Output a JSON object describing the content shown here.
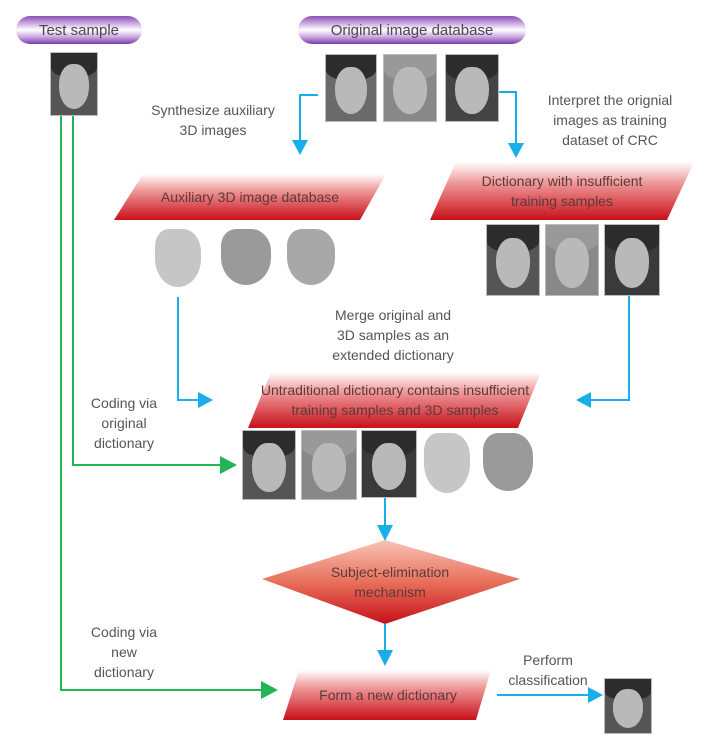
{
  "nodes": {
    "test_sample": "Test sample",
    "original_db": "Original image database",
    "auxiliary_db": "Auxiliary 3D image database",
    "dictionary_insufficient": "Dictionary with insufficient\ntraining samples",
    "untraditional_dictionary": "Untraditional dictionary contains insufficient\ntraining samples and 3D samples",
    "subject_elimination": "Subject-elimination\nmechanism",
    "new_dictionary": "Form a new dictionary"
  },
  "annotations": {
    "synthesize": "Synthesize  auxiliary\n3D images",
    "interpret": "Interpret the orignial\nimages as training\ndataset of CRC",
    "merge": "Merge original and\n3D samples as an\nextended dictionary",
    "coding_original": "Coding via\noriginal\ndictionary",
    "coding_new": "Coding via\nnew\ndictionary",
    "perform_classification": "Perform\nclassification"
  },
  "colors": {
    "pill_purple": "#8a4fb5",
    "box_red": "#c8101a",
    "arrow_blue": "#18aeea",
    "arrow_green": "#22b455",
    "text_gray": "#555555"
  }
}
